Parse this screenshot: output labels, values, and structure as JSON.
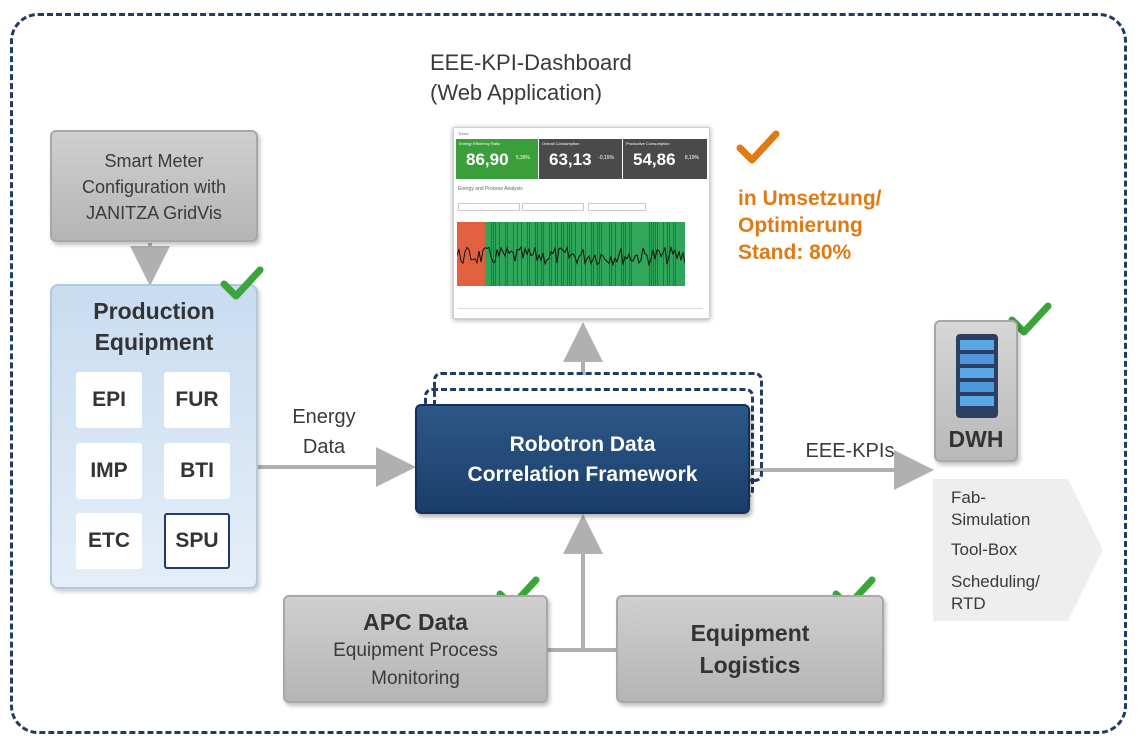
{
  "smart_meter": {
    "label_lines": [
      "Smart Meter",
      "Configuration with",
      "JANITZA GridVis"
    ]
  },
  "production": {
    "title_lines": [
      "Production",
      "Equipment"
    ],
    "items": [
      "EPI",
      "FUR",
      "IMP",
      "BTI",
      "ETC",
      "SPU"
    ]
  },
  "energy_data": {
    "lines": [
      "Energy",
      "Data"
    ]
  },
  "correlation": {
    "lines": [
      "Robotron Data",
      "Correlation Framework"
    ]
  },
  "eee_kpis": "EEE-KPIs",
  "dashboard": {
    "title_lines": [
      "EEE-KPI-Dashboard",
      "(Web Application)"
    ],
    "header": "Trend",
    "kpis": [
      {
        "title": "Energy Efficiency Ratio",
        "value": "86,90",
        "delta": "5,39%",
        "color": "#3a9e3a"
      },
      {
        "title": "Overall Consumption",
        "value": "63,13",
        "delta": "-0,15%",
        "color": "#4a4a4a"
      },
      {
        "title": "Productive Consumption",
        "value": "54,86",
        "delta": "8,19%",
        "color": "#4a4a4a"
      }
    ],
    "section": "Energy and Process Analysis",
    "chart_colors": {
      "red": "#e06040",
      "green": "#2fa65a",
      "line": "#111111"
    }
  },
  "status": {
    "lines": [
      "in Umsetzung/",
      "Optimierung",
      "Stand: 80%"
    ],
    "color": "#e07a12"
  },
  "dwh": {
    "label": "DWH"
  },
  "side_list": {
    "items": [
      "Fab-",
      "Simulation",
      "Tool-Box",
      "Scheduling/",
      "RTD"
    ]
  },
  "apc": {
    "title": "APC Data",
    "lines": [
      "Equipment Process",
      "Monitoring"
    ]
  },
  "logistics": {
    "lines": [
      "Equipment",
      "Logistics"
    ]
  },
  "colors": {
    "accent_blue": "#1f3b66",
    "check_green": "#3aa53a",
    "check_orange": "#e07a12",
    "arrow_gray": "#b0b0b0"
  }
}
